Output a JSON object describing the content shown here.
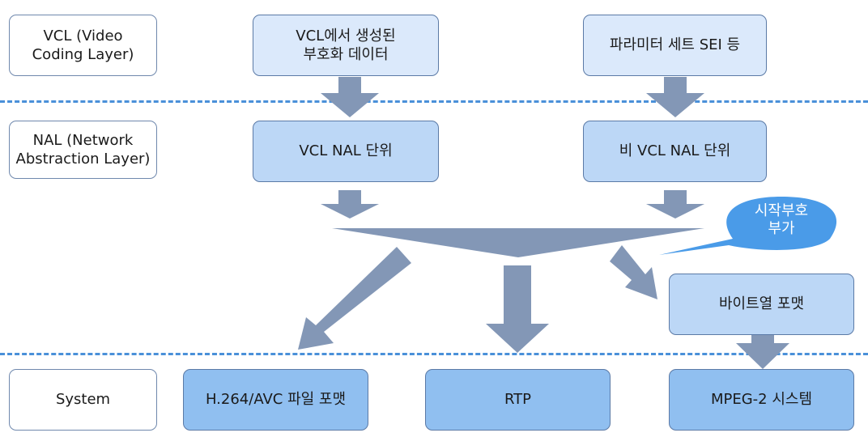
{
  "layers": {
    "vcl": "VCL (Video\nCoding Layer)",
    "nal": "NAL (Network\nAbstraction Layer)",
    "system": "System"
  },
  "vcl_row": {
    "left": "VCL에서 생성된\n부호화 데이터",
    "right": "파라미터 세트 SEI 등"
  },
  "nal_row": {
    "left": "VCL NAL 단위",
    "right": "비 VCL NAL 단위"
  },
  "bytestream": "바이트열 포맷",
  "callout": "시작부호\n부가",
  "system_row": {
    "file_format": "H.264/AVC 파일 포맷",
    "rtp": "RTP",
    "mpeg2": "MPEG-2 시스템"
  },
  "colors": {
    "arrow": "#8397b6",
    "dash": "#4a90d9",
    "callout": "#4a9be8"
  }
}
